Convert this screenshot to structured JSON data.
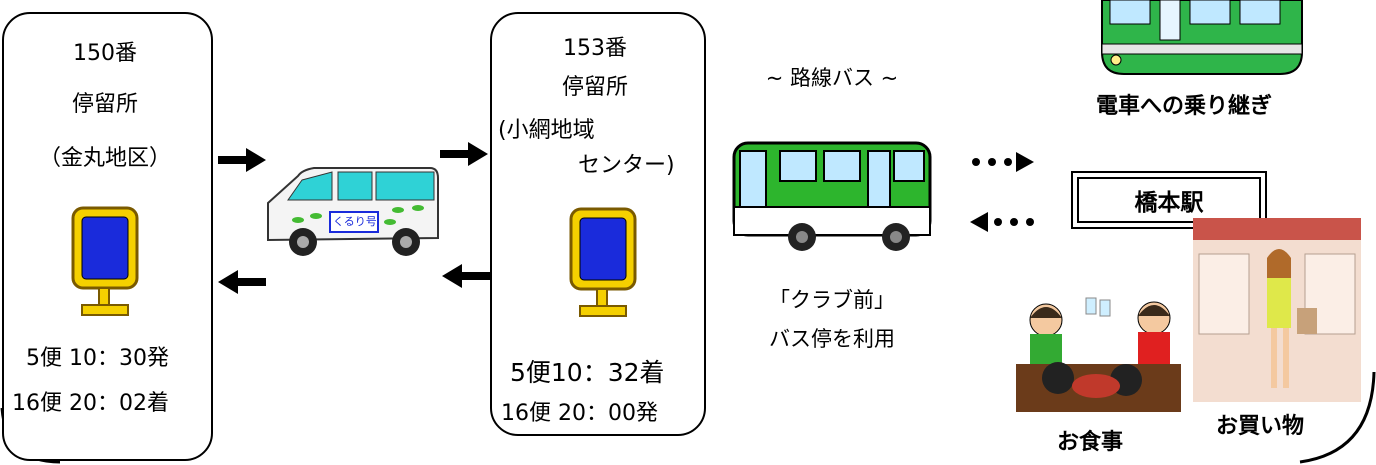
{
  "stop150": {
    "number": "150番",
    "label": "停留所",
    "area": "（金丸地区）",
    "dep": "5便 10：30発",
    "arr": "16便 20：02着"
  },
  "stop153": {
    "number": "153番",
    "label": "停留所",
    "area_line1": "(小網地域",
    "area_line2": "センター)",
    "arr": "5便10：32着",
    "dep": "16便 20：00発"
  },
  "van": {
    "label": "くるり号"
  },
  "route_bus": {
    "title": "~ 路線バス ~",
    "stop_line1": "「クラブ前」",
    "stop_line2": "バス停を利用"
  },
  "train": {
    "caption": "電車への乗り継ぎ"
  },
  "station": {
    "name": "橋本駅"
  },
  "activities": {
    "meal": "お食事",
    "shopping": "お買い物"
  },
  "colors": {
    "bus_green": "#2db52d",
    "sign_blue": "#1a2bdb",
    "sign_gold": "#e8b800",
    "train_green": "#2fb54a"
  }
}
